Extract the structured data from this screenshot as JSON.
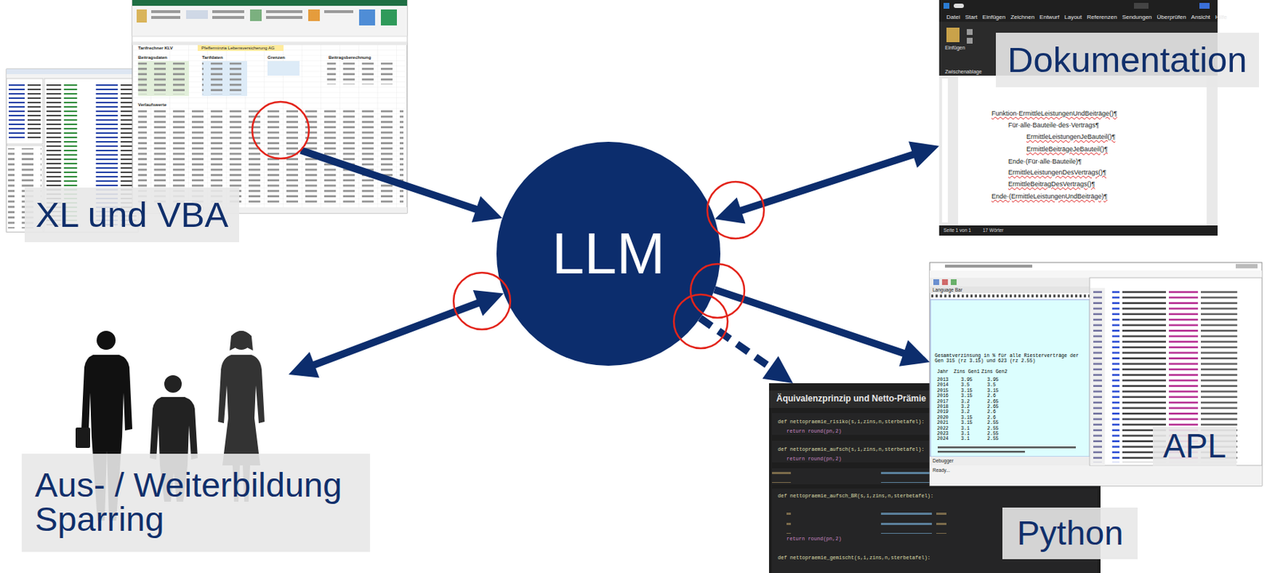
{
  "diagram": {
    "nodes": [
      {
        "text": [
          "XL und VBA"
        ]
      },
      {
        "text": [
          "Dokumentation"
        ]
      },
      {
        "text": [
          "LLM"
        ]
      },
      {
        "text": [
          "Aus- / Weiterbildung Sparring"
        ]
      },
      {
        "text": [
          "APL"
        ]
      },
      {
        "text": [
          "Python"
        ]
      }
    ],
    "edges": [
      {
        "from": 0,
        "to": 2,
        "arrow": "to"
      },
      {
        "from": 2,
        "to": 1,
        "arrow": "both"
      },
      {
        "from": 2,
        "to": 3,
        "arrow": "both"
      },
      {
        "from": 2,
        "to": 4,
        "arrow": "to"
      },
      {
        "from": 2,
        "to": 5,
        "arrow": "to"
      }
    ],
    "labels": [
      "Tarifrechner KLV",
      "Pfefferminzia Lebensversicherung AG",
      "Beitragsdaten",
      "Tarifdaten",
      "Grenzen",
      "Beitragsberechnung",
      "Verlaufswerte",
      "Datei",
      "Start",
      "Einfügen",
      "Zeichnen",
      "Entwurf",
      "Layout",
      "Referenzen",
      "Sendungen",
      "Überprüfen",
      "Ansicht",
      "Hilfe",
      "Einfügen",
      "Zwischenablage",
      "Funktion·ErmittleLeistungenUndBeiträge()¶",
      "Für·alle·Bauteile·des·Vertrags¶",
      "ErmittleLeistungenJeBauteil()¶",
      "ErmittleBeiträgeJeBauteil()¶",
      "Ende·(Für·alle·Bauteile)¶",
      "ErmittleLeistungenDesVertrags()¶",
      "ErmittleBeitragDesVertrags()¶",
      "Ende·(ErmittleLeistungenUndBeiträge)¶",
      "Seite 1 von 1",
      "17 Wörter",
      "Language Bar",
      "Gesamtverzinsung in % für alle Riesterverträge der Gen 315 (rz 3.15) und 623 (rz 2.55)",
      "Jahr",
      "Zins Gen1",
      "Zins Gen2",
      "2013",
      "3.95",
      "3.95",
      "2014",
      "3.5",
      "3.5",
      "2015",
      "3.15",
      "3.15",
      "2016",
      "3.15",
      "2.6",
      "2017",
      "3.2",
      "2.65",
      "2018",
      "3.2",
      "2.65",
      "2019",
      "3.2",
      "2.6",
      "2020",
      "3.15",
      "2.6",
      "2021",
      "3.15",
      "2.55",
      "2022",
      "3.1",
      "2.55",
      "2023",
      "3.1",
      "2.55",
      "2024",
      "3.1",
      "2.55",
      "Debugger",
      "Ready...",
      "Äquivalenzprinzip und Netto-Prämie",
      "def nettopraemie_risiko(s,i,zins,n,sterbetafel):",
      "return round(pn,2)",
      "def nettopraemie_aufsch(s,i,zins,n,sterbetafel):",
      "return round(pn,2)",
      "def nettopraemie_aufsch_BR(s,i,zins,n,sterbetafel):",
      "return round(pn,2)",
      "def nettopraemie_gemischt(s,i,zins,n,sterbetafel):"
    ]
  }
}
